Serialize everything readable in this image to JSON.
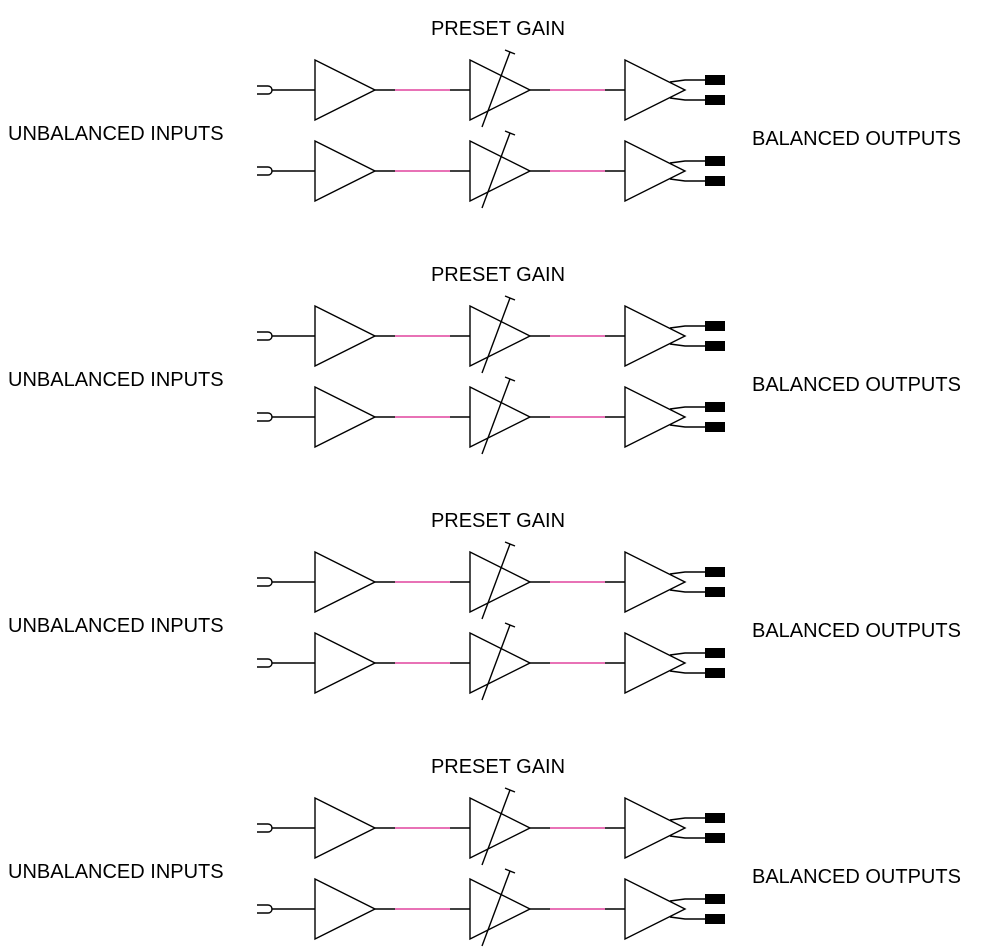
{
  "colors": {
    "background": "#ffffff",
    "line": "#000000",
    "link": "#e0449e"
  },
  "blocks": [
    {
      "gain_label": "PRESET GAIN",
      "input_label": "UNBALANCED INPUTS",
      "output_label": "BALANCED OUTPUTS"
    },
    {
      "gain_label": "PRESET GAIN",
      "input_label": "UNBALANCED INPUTS",
      "output_label": "BALANCED OUTPUTS"
    },
    {
      "gain_label": "PRESET GAIN",
      "input_label": "UNBALANCED INPUTS",
      "output_label": "BALANCED OUTPUTS"
    },
    {
      "gain_label": "PRESET GAIN",
      "input_label": "UNBALANCED INPUTS",
      "output_label": "BALANCED OUTPUTS"
    }
  ],
  "icons": {
    "input_jack": "input-jack-icon",
    "input_amp": "amplifier-icon",
    "preset_amp": "variable-gain-amplifier-icon",
    "output_amp": "balanced-driver-amplifier-icon",
    "output_terminal": "output-terminal-icon"
  }
}
